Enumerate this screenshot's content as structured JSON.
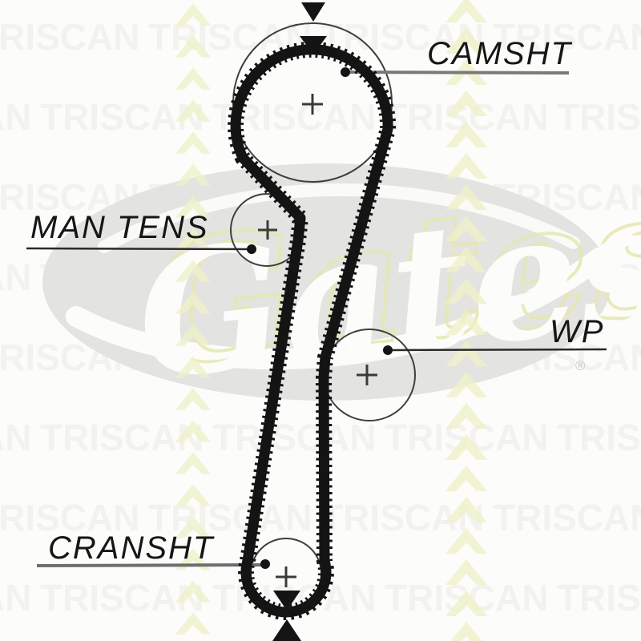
{
  "diagram": {
    "type": "timing-belt-routing-diagram",
    "labels": {
      "camshaft": "CAMSHT",
      "tensioner": "MAN TENS",
      "water_pump": "WP",
      "crankshaft": "CRANSHT"
    },
    "watermark": {
      "brand_script": "Gates",
      "registered_mark": "®",
      "tile_text": "TRISCAN"
    },
    "colors": {
      "belt": "#141414",
      "label_text": "#161616",
      "leader_line_gray": "#7a7a7a",
      "leader_line_dark": "#2a2a2a",
      "pulley_outline": "#3f3f3f",
      "watermark_gray": "#e3e3e1",
      "chevron_yellow": "#eef0c8",
      "background": "#fcfcfa"
    }
  }
}
